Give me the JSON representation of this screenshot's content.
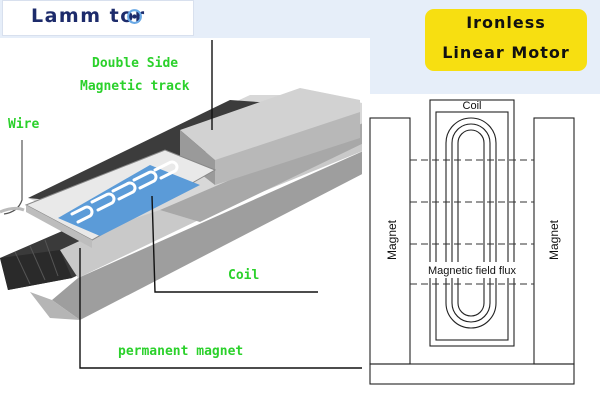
{
  "brand": {
    "name": "Lamm tor"
  },
  "title": {
    "line1": "Ironless",
    "line2": "Linear Motor"
  },
  "labels": {
    "double_side": "Double Side",
    "magnetic_track": "Magnetic track",
    "wire": "Wire",
    "coil": "Coil",
    "permanent_magnet": "permanent magnet"
  },
  "cross_section": {
    "coil": "Coil",
    "magnet_left": "Magnet",
    "magnet_right": "Magnet",
    "flux": "Magnetic field flux"
  },
  "colors": {
    "label_green": "#2bd12b",
    "badge_yellow": "#f7df11",
    "coil_blue": "#5b9bd8",
    "logo_navy": "#1d2b6b"
  }
}
